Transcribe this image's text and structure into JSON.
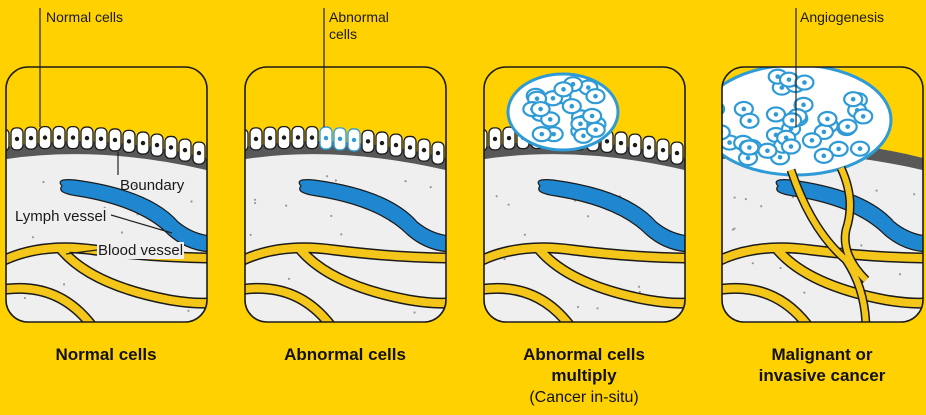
{
  "top_labels": {
    "normal_cells": "Normal cells",
    "abnormal_cells": "Abnormal\ncells",
    "angiogenesis": "Angiogenesis"
  },
  "inner_labels": {
    "boundary": "Boundary",
    "lymph_vessel": "Lymph vessel",
    "blood_vessel": "Blood vessel"
  },
  "captions": [
    {
      "title": "Normal cells",
      "subtitle": ""
    },
    {
      "title": "Abnormal cells",
      "subtitle": ""
    },
    {
      "title": "Abnormal cells multiply",
      "subtitle": "(Cancer in-situ)"
    },
    {
      "title": "Malignant or invasive cancer",
      "subtitle": ""
    }
  ],
  "colors": {
    "background": "#FFD100",
    "tissue": "#EFEFEF",
    "boundary": "#585858",
    "lymph": "#1E87D0",
    "blood": "#F5C61A",
    "abnormal_cell": "#2E9BD6"
  }
}
